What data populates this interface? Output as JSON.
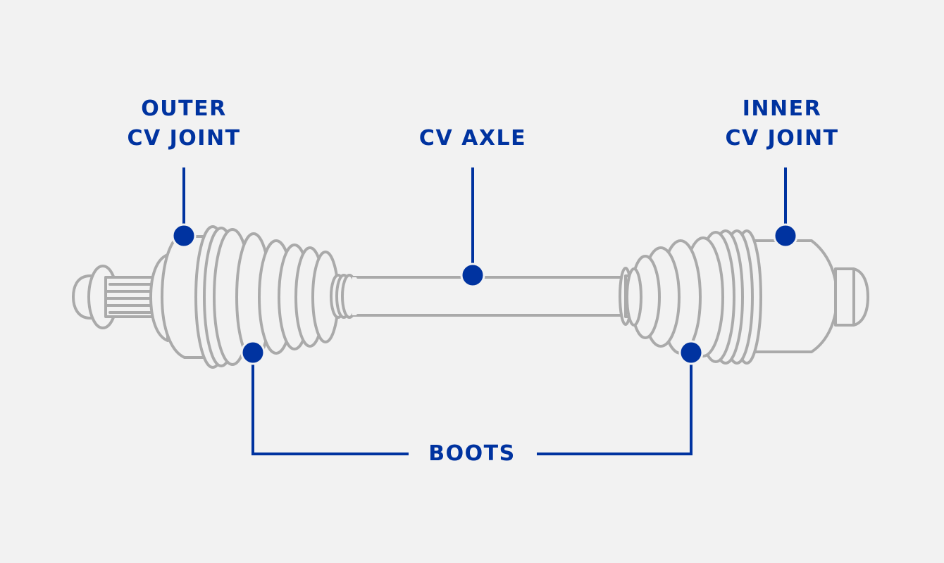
{
  "diagram": {
    "title": "CV Axle Assembly",
    "accent_color": "#0033a0",
    "outline_color": "#aaaaaa",
    "background_color": "#f2f2f2",
    "labels": {
      "outer_cv_joint": {
        "line1": "OUTER",
        "line2": "CV JOINT"
      },
      "cv_axle": {
        "line1": "CV AXLE"
      },
      "inner_cv_joint": {
        "line1": "INNER",
        "line2": "CV JOINT"
      },
      "boots": {
        "line1": "BOOTS"
      }
    }
  }
}
